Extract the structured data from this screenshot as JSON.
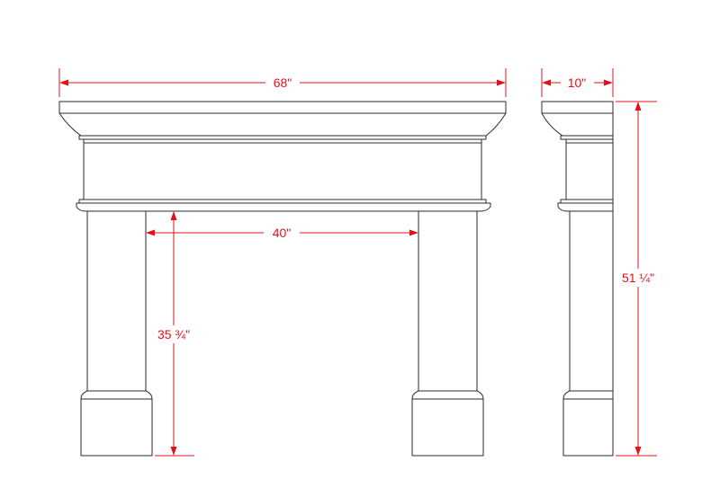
{
  "dimensions": {
    "overall_width": "68\"",
    "depth": "10\"",
    "opening_width": "40\"",
    "opening_height": "35 ¾\"",
    "overall_height": "51 ¼\""
  },
  "colors": {
    "dimension": "#e3101a",
    "outline": "#2b2b2b",
    "background": "#ffffff"
  }
}
